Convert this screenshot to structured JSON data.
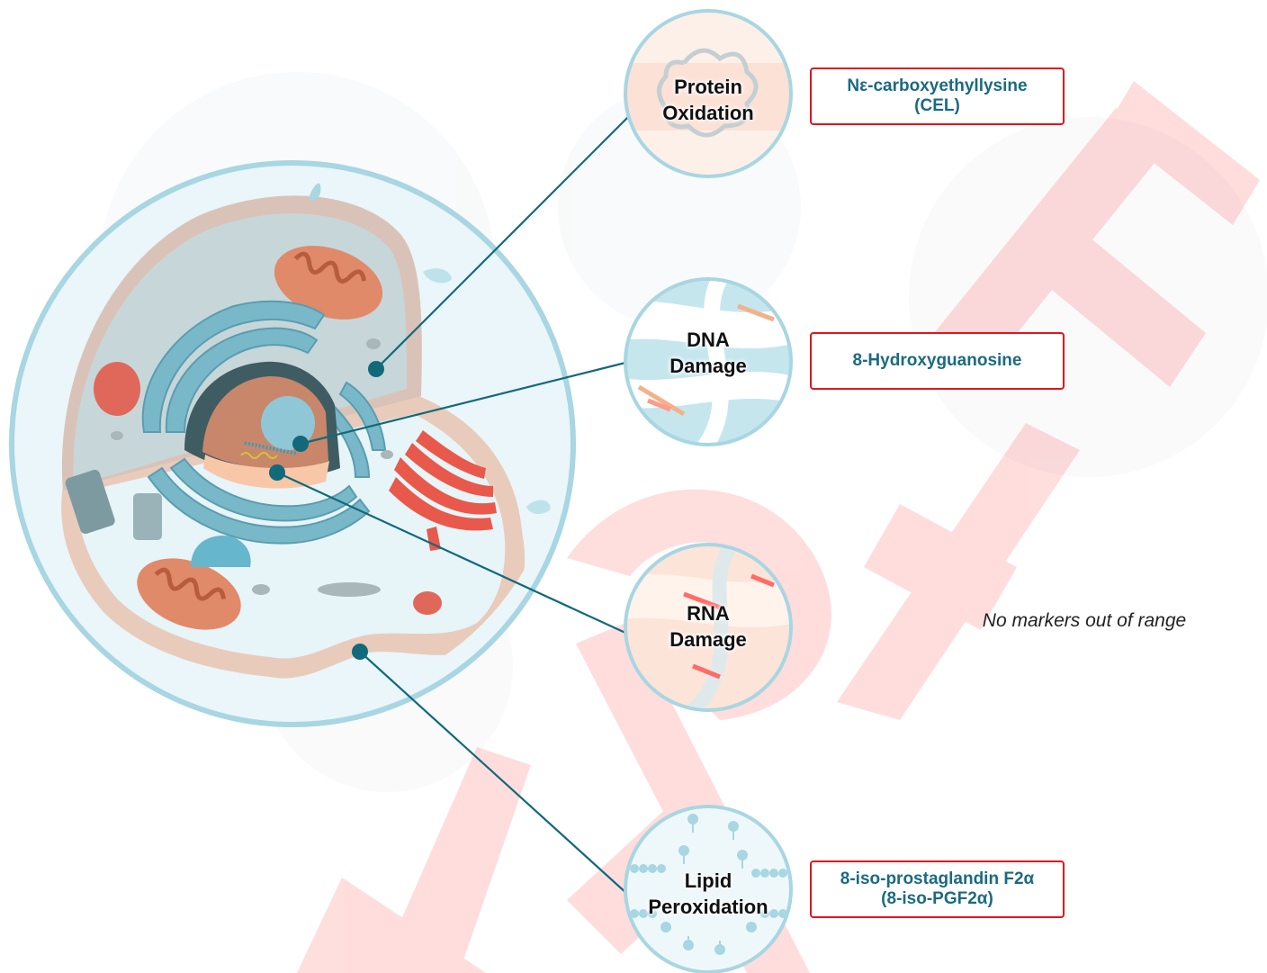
{
  "watermark": {
    "text": "SAMPLE",
    "color": "#ff0000"
  },
  "accent_line_color": "#11697a",
  "marker_border_color": "#e3141d",
  "marker_text_color": "#1b6a82",
  "damage_types": [
    {
      "line1": "Protein",
      "line2": "Oxidation"
    },
    {
      "line1": "DNA",
      "line2": "Damage"
    },
    {
      "line1": "RNA",
      "line2": "Damage"
    },
    {
      "line1": "Lipid",
      "line2": "Peroxidation"
    }
  ],
  "markers": [
    {
      "line1": "Nε-carboxyethyllysine",
      "line2": "(CEL)"
    },
    {
      "line1": "8-Hydroxyguanosine",
      "line2": ""
    },
    {
      "line1": "8-iso-prostaglandin F2α",
      "line2": "(8-iso-PGF2α)"
    }
  ],
  "note": "No markers out of range"
}
